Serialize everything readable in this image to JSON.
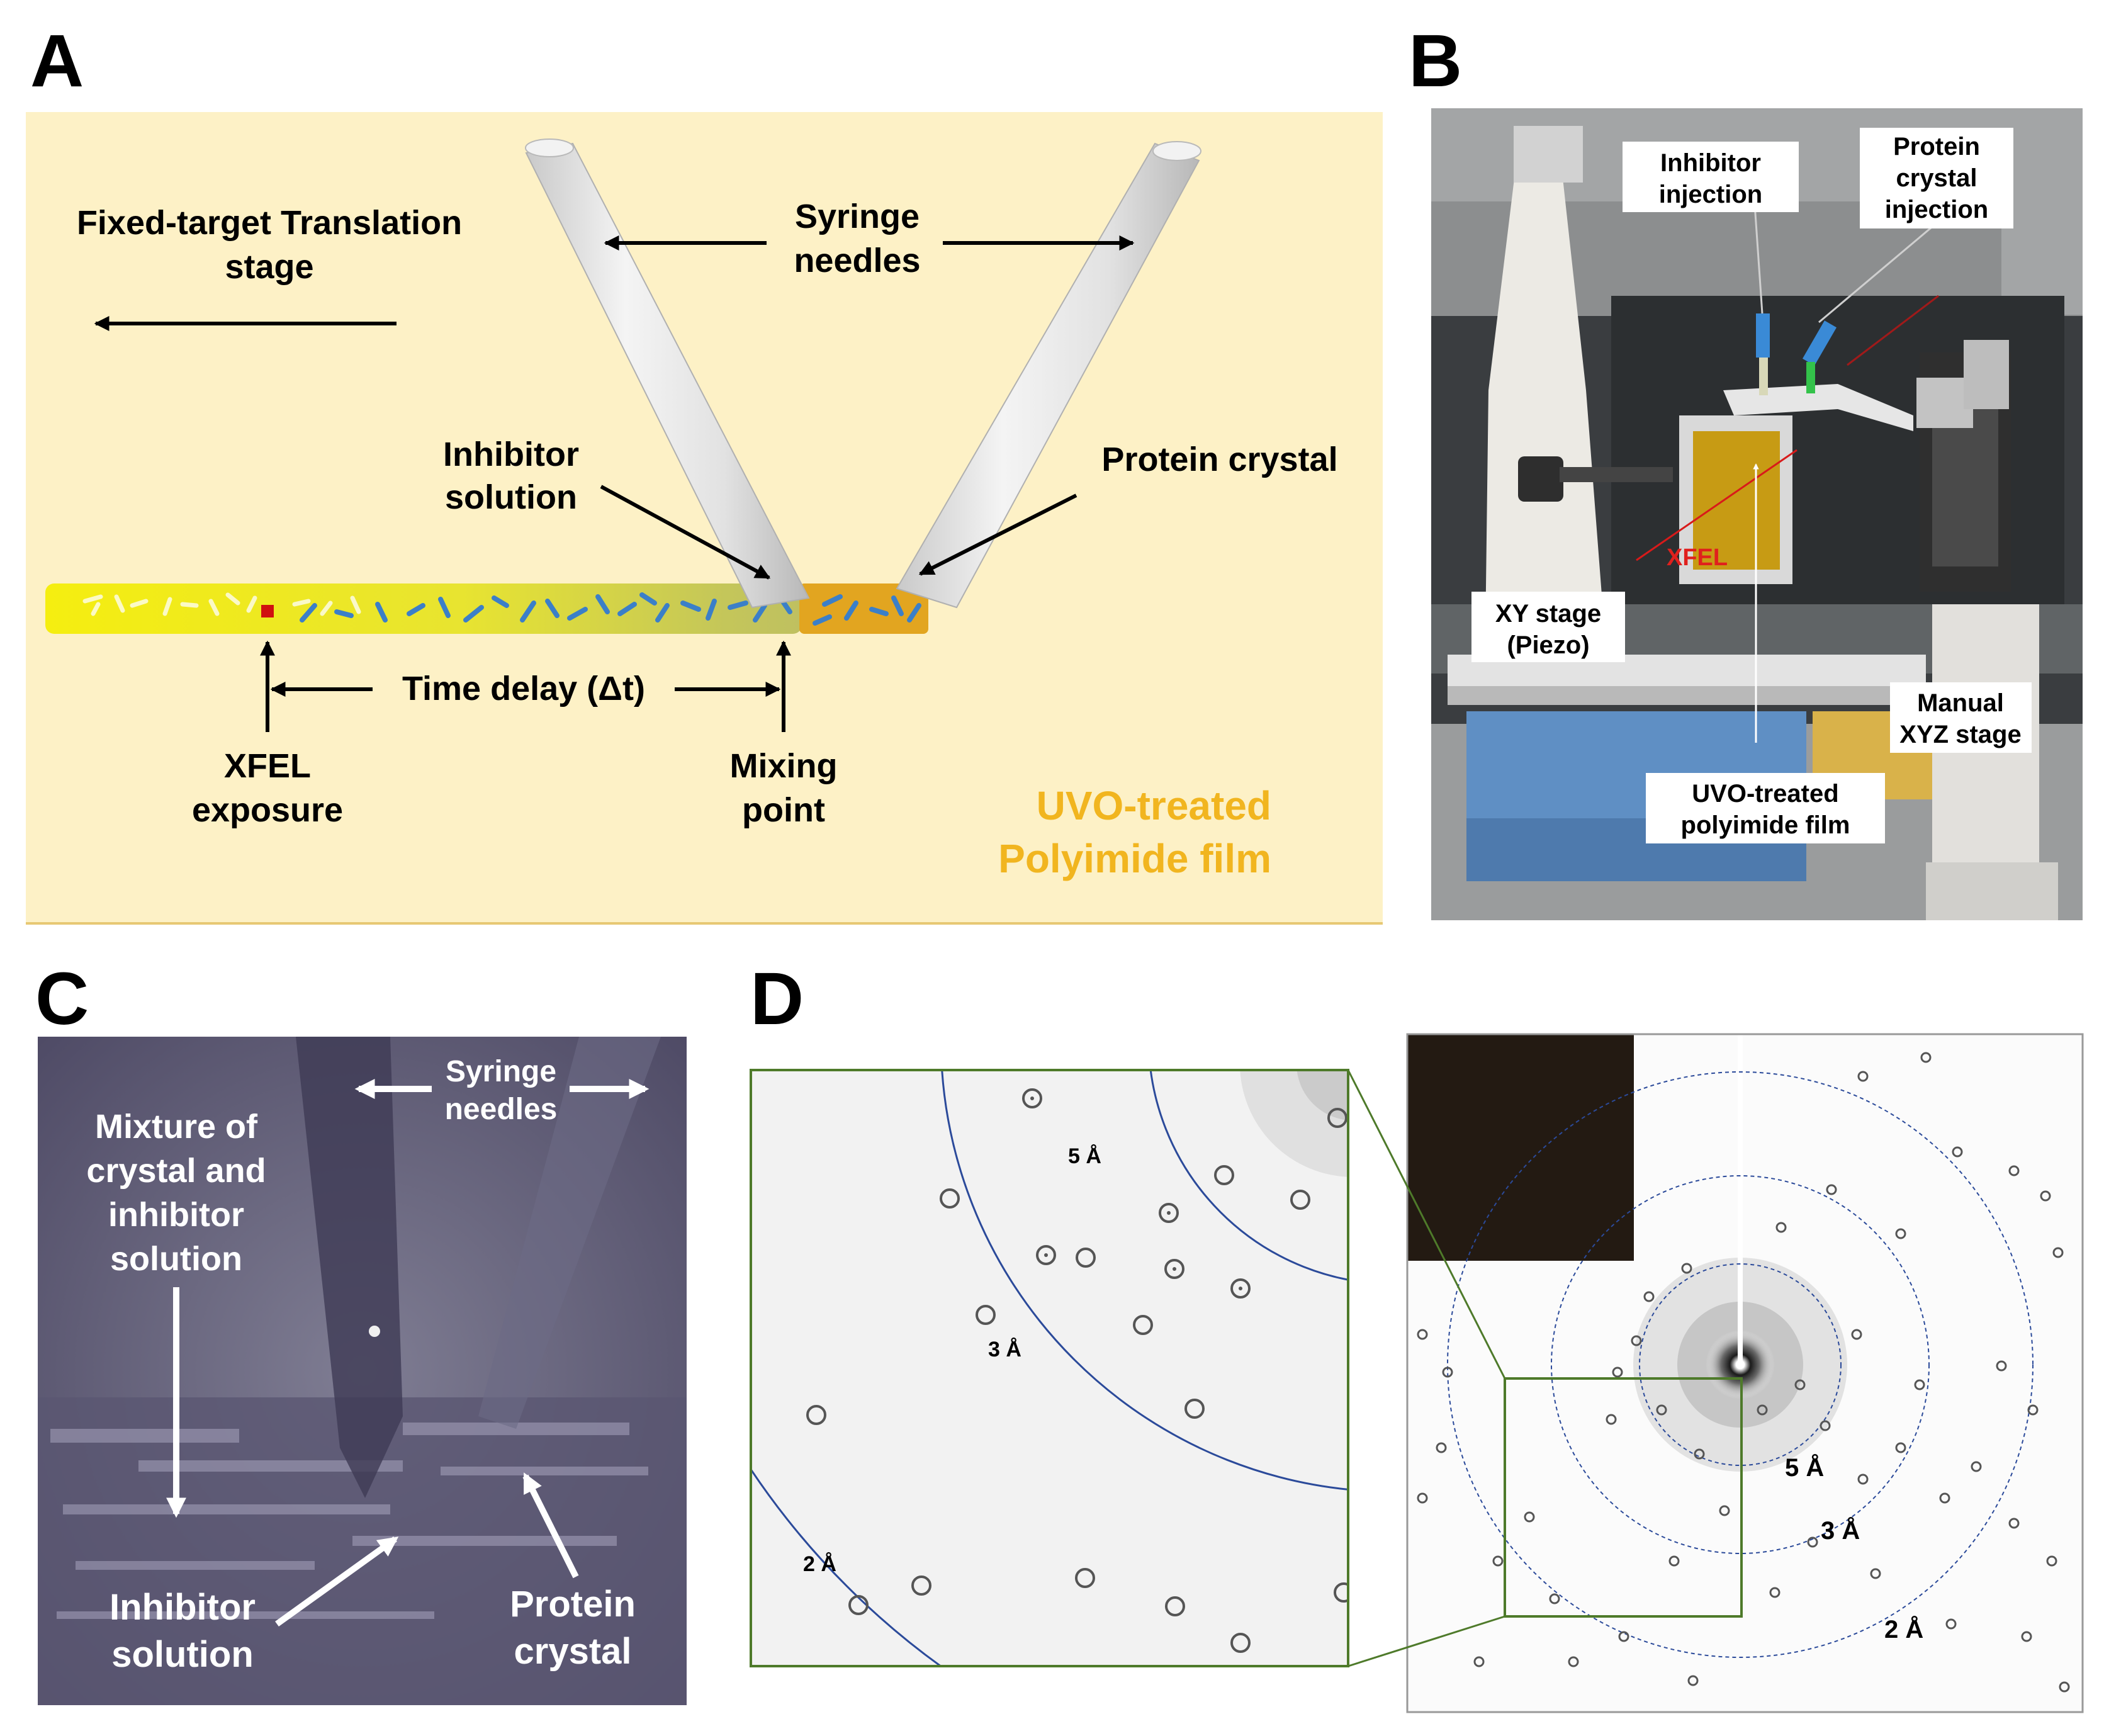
{
  "panel_labels": {
    "a": "A",
    "b": "B",
    "c": "C",
    "d": "D"
  },
  "panel_a": {
    "stage_line1": "Fixed-target Translation",
    "stage_line2": "stage",
    "syringe_line1": "Syringe",
    "syringe_line2": "needles",
    "inhibitor_line1": "Inhibitor",
    "inhibitor_line2": "solution",
    "protein_crystal": "Protein crystal",
    "time_delay": "Time delay (Δt)",
    "xfel_line1": "XFEL",
    "xfel_line2": "exposure",
    "mixing_line1": "Mixing",
    "mixing_line2": "point",
    "film_line1": "UVO-treated",
    "film_line2": "Polyimide film",
    "colors": {
      "background": "#fdf1c6",
      "film_yellow": "#f7f01a",
      "film_orange": "#e0a320",
      "film_label": "#f1b51f",
      "crystal_blue": "#3b7fc8",
      "exposure_red": "#d01010"
    }
  },
  "panel_b": {
    "inhibitor_line1": "Inhibitor",
    "inhibitor_line2": "injection",
    "protein_line1": "Protein",
    "protein_line2": "crystal",
    "protein_line3": "injection",
    "xfel": "XFEL",
    "xy_line1": "XY stage",
    "xy_line2": "(Piezo)",
    "manual_line1": "Manual",
    "manual_line2": "XYZ stage",
    "film_line1": "UVO-treated",
    "film_line2": "polyimide film"
  },
  "panel_c": {
    "syringe_line1": "Syringe",
    "syringe_line2": "needles",
    "mixture_line1": "Mixture of",
    "mixture_line2": "crystal and",
    "mixture_line3": "inhibitor",
    "mixture_line4": "solution",
    "inhibitor_line1": "Inhibitor",
    "inhibitor_line2": "solution",
    "protein_line1": "Protein",
    "protein_line2": "crystal"
  },
  "panel_d": {
    "zoom_5": "5 Å",
    "zoom_3": "3 Å",
    "zoom_2": "2 Å",
    "full_5": "5 Å",
    "full_3": "3 Å",
    "full_2": "2 Å",
    "colors": {
      "ring": "#2b4a9a",
      "zoom_box": "#4e7a2a"
    }
  }
}
